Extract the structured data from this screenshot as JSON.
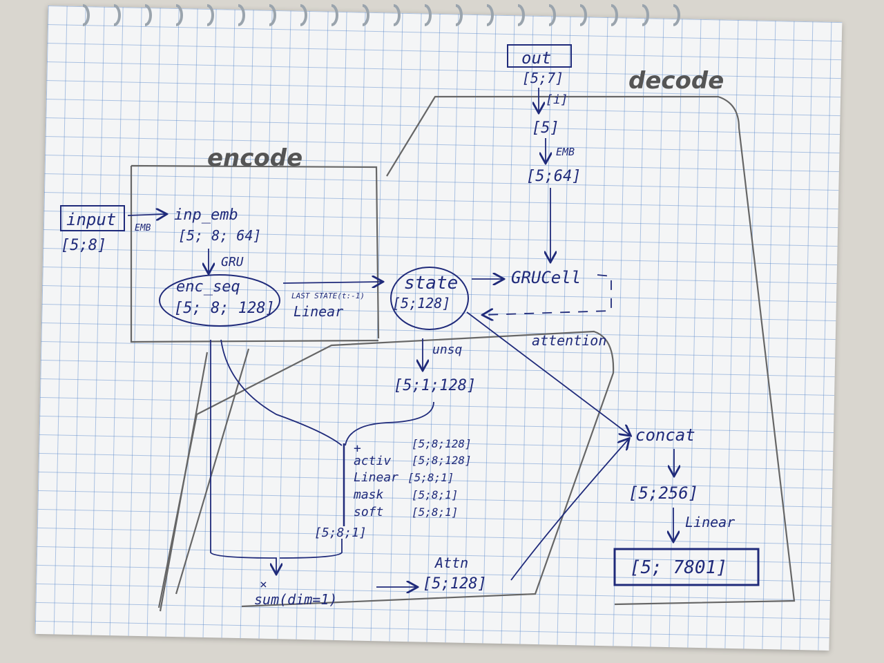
{
  "colors": {
    "ink": "#1f2a7a",
    "pencil": "#555555",
    "grid": "#5082c8",
    "paper": "#f4f5f6"
  },
  "headers": {
    "encode": "encode",
    "decode": "decode"
  },
  "encode": {
    "input": "input",
    "input_shape": "[5;8]",
    "emb_arrow": "EMB",
    "inp_emb": "inp_emb",
    "inp_emb_shape": "[5; 8; 64]",
    "gru_label": "GRU",
    "enc_seq": "enc_seq",
    "enc_seq_shape": "[5; 8; 128]",
    "last_state_label": "LAST STATE(t:-1)",
    "linear_label": "Linear"
  },
  "decode": {
    "out": "out",
    "out_shape": "[5;7]",
    "step_label": "[i]",
    "step_shape": "[5]",
    "emb_label": "EMB",
    "emb_shape": "[5;64]",
    "state": "state",
    "state_shape": "[5;128]",
    "grucell": "GRUCell",
    "attention_label": "attention",
    "unsq_label": "unsq",
    "unsq_shape": "[5;1;128]",
    "concat": "concat",
    "concat_shape": "[5;256]",
    "linear_label": "Linear",
    "final_shape": "[5; 7801]"
  },
  "attention": {
    "plus": "+",
    "steps": [
      {
        "op": "",
        "shape": "[5;8;128]"
      },
      {
        "op": "activ",
        "shape": "[5;8;128]"
      },
      {
        "op": "Linear",
        "shape": "[5;8;1]"
      },
      {
        "op": "mask",
        "shape": "[5;8;1]"
      },
      {
        "op": "soft",
        "shape": "[5;8;1]"
      }
    ],
    "weights_shape": "[5;8;1]",
    "times": "×",
    "sum": "sum(dim=1)",
    "attn": "Attn",
    "attn_shape": "[5;128]"
  }
}
